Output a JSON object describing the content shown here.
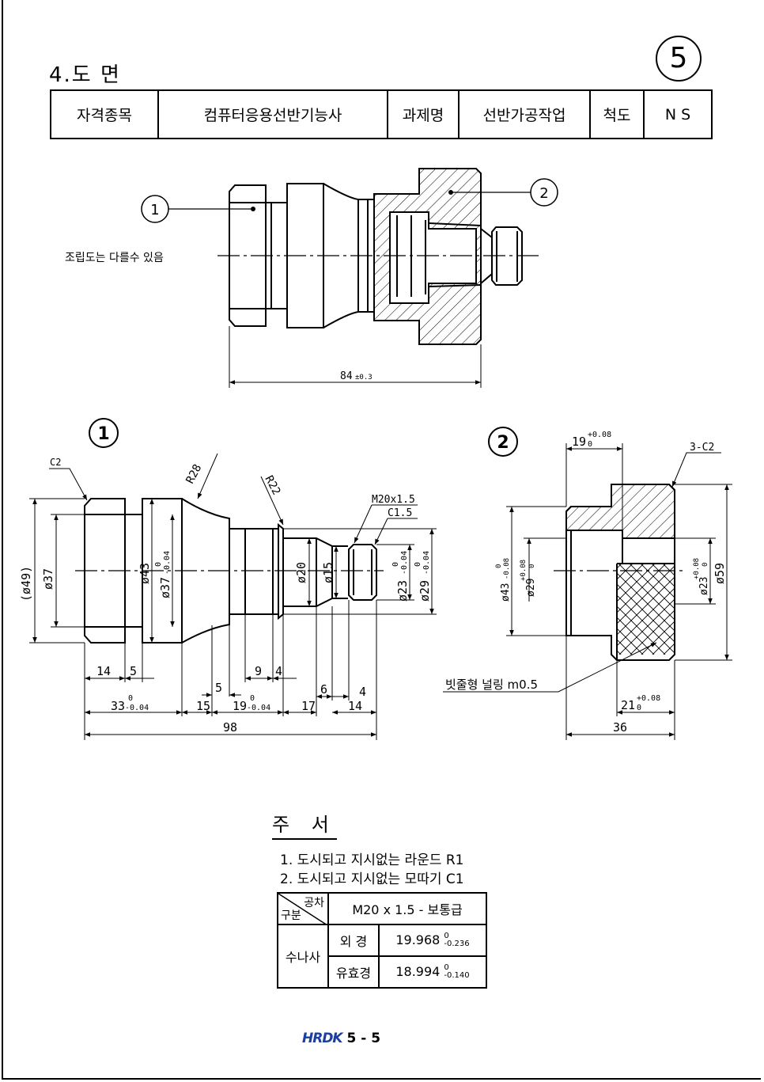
{
  "header": {
    "section_title": "4.도 면",
    "page_circle": "5"
  },
  "info_table": {
    "cells": [
      "자격종목",
      "컴퓨터응용선반기능사",
      "과제명",
      "선반가공작업",
      "척도",
      "N S"
    ]
  },
  "assembly": {
    "part1_callout": "1",
    "part2_callout": "2",
    "note": "조립도는 다를수 있음",
    "overall_length": "84",
    "overall_tol": "±0.3"
  },
  "part1": {
    "label": "①",
    "chamfer": "C2",
    "radius_a": "R28",
    "radius_b": "R22",
    "thread": "M20x1.5",
    "chamfer_thread": "C1.5",
    "dia_overall": "(ø49)",
    "dia_37": "ø37",
    "dia_43": "ø43",
    "dia_37_tol": "ø37",
    "dia_37_tol_up": "0",
    "dia_37_tol_lo": "-0.04",
    "dia_20": "ø20",
    "dia_15": "ø15",
    "dia_23": "ø23",
    "dia_23_up": "0",
    "dia_23_lo": "-0.04",
    "dia_29": "ø29",
    "dia_29_up": "0",
    "dia_29_lo": "-0.04",
    "len_14a": "14",
    "len_5a": "5",
    "len_9": "9",
    "len_4a": "4",
    "len_5b": "5",
    "len_6": "6",
    "len_4b": "4",
    "len_33": "33",
    "len_33_up": "0",
    "len_33_lo": "-0.04",
    "len_15": "15",
    "len_19": "19",
    "len_19_up": "0",
    "len_19_lo": "-0.04",
    "len_17": "17",
    "len_14b": "14",
    "len_98": "98"
  },
  "part2": {
    "label": "②",
    "len_19": "19",
    "len_19_up": "+0.08",
    "len_19_lo": "0",
    "chamfer": "3-C2",
    "dia_43": "ø43",
    "dia_43_up": "0",
    "dia_43_lo": "-0.08",
    "dia_29": "ø29",
    "dia_29_up": "+0.08",
    "dia_29_lo": "0",
    "dia_23": "ø23",
    "dia_23_up": "+0.08",
    "dia_23_lo": "0",
    "dia_59": "ø59",
    "knurl_note": "빗줄형 널링 m0.5",
    "len_21": "21",
    "len_21_up": "+0.08",
    "len_21_lo": "0",
    "len_36": "36"
  },
  "notes": {
    "title": "주 서",
    "items": [
      "1. 도시되고 지시없는 라운드 R1",
      "2. 도시되고 지시없는 모따기 C1"
    ]
  },
  "tolerance_table": {
    "corner_top": "공차",
    "corner_bottom": "구분",
    "header": "M20 x 1.5 - 보통급",
    "row_group": "수나사",
    "rows": [
      {
        "label": "외  경",
        "value": "19.968",
        "up": "0",
        "lo": "-0.236"
      },
      {
        "label": "유효경",
        "value": "18.994",
        "up": "0",
        "lo": "-0.140"
      }
    ]
  },
  "footer": {
    "logo": "HRDK",
    "page": "5 - 5"
  }
}
